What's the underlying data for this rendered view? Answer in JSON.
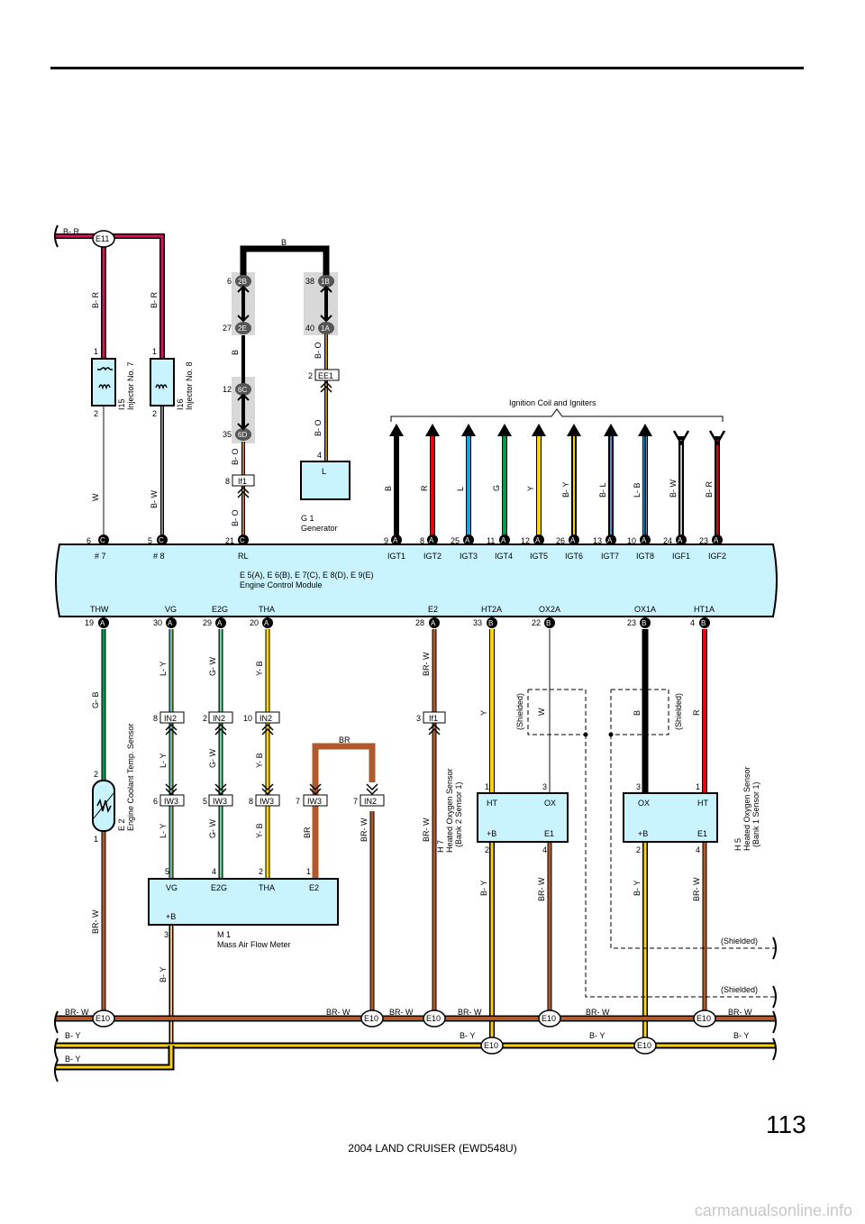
{
  "page_number": "113",
  "footer": "2004 LAND CRUISER (EWD548U)",
  "watermark": "carmanualsonline.info",
  "ecm": {
    "label1": "E 5(A), E 6(B), E 7(C), E 8(D), E 9(E)",
    "label2": "Engine Control Module",
    "top_pins": [
      {
        "num": "6",
        "conn": "C",
        "name": "# 7"
      },
      {
        "num": "5",
        "conn": "C",
        "name": "# 8"
      },
      {
        "num": "21",
        "conn": "C",
        "name": "RL"
      },
      {
        "num": "9",
        "conn": "A",
        "name": "IGT1"
      },
      {
        "num": "8",
        "conn": "A",
        "name": "IGT2"
      },
      {
        "num": "25",
        "conn": "A",
        "name": "IGT3"
      },
      {
        "num": "11",
        "conn": "A",
        "name": "IGT4"
      },
      {
        "num": "12",
        "conn": "A",
        "name": "IGT5"
      },
      {
        "num": "26",
        "conn": "A",
        "name": "IGT6"
      },
      {
        "num": "13",
        "conn": "A",
        "name": "IGT7"
      },
      {
        "num": "10",
        "conn": "A",
        "name": "IGT8"
      },
      {
        "num": "24",
        "conn": "A",
        "name": "IGF1"
      },
      {
        "num": "23",
        "conn": "A",
        "name": "IGF2"
      }
    ],
    "bottom_pins": [
      {
        "num": "19",
        "conn": "A",
        "name": "THW"
      },
      {
        "num": "30",
        "conn": "A",
        "name": "VG"
      },
      {
        "num": "29",
        "conn": "A",
        "name": "E2G"
      },
      {
        "num": "20",
        "conn": "A",
        "name": "THA"
      },
      {
        "num": "28",
        "conn": "A",
        "name": "E2"
      },
      {
        "num": "33",
        "conn": "B",
        "name": "HT2A"
      },
      {
        "num": "22",
        "conn": "B",
        "name": "OX2A"
      },
      {
        "num": "23",
        "conn": "B",
        "name": "OX1A"
      },
      {
        "num": "4",
        "conn": "B",
        "name": "HT1A"
      }
    ]
  },
  "ignition_wires": [
    "B",
    "R",
    "L",
    "G",
    "Y",
    "B- Y",
    "B- L",
    "L- B",
    "B- W",
    "B- R"
  ],
  "ignition_label": "Ignition Coil and Igniters",
  "splice_e11": "E11",
  "splice_e10": "E10",
  "injectors": [
    {
      "id": "I15",
      "name": "Injector No. 7",
      "wire_top": "B- R",
      "wire_bot": "W",
      "pin1": "1",
      "pin2": "2"
    },
    {
      "id": "I16",
      "name": "Injector No. 8",
      "wire_top": "B- R",
      "wire_bot": "B- W",
      "pin1": "1",
      "pin2": "2"
    }
  ],
  "feed_wire": "B- R",
  "generator": {
    "id": "G 1",
    "name": "Generator",
    "pin": "L",
    "pin_num": "4"
  },
  "junctions": {
    "c2B": {
      "num": "6",
      "conn": "2B"
    },
    "c2E": {
      "num": "27",
      "conn": "2E"
    },
    "c6C": {
      "num": "12",
      "conn": "6C"
    },
    "c6D": {
      "num": "35",
      "conn": "6D"
    },
    "c1B": {
      "num": "38",
      "conn": "1B"
    },
    "c1A": {
      "num": "40",
      "conn": "1A"
    },
    "cEE1": {
      "num": "2",
      "conn": "EE1"
    },
    "cIf1a": {
      "num": "8",
      "conn": "If1"
    },
    "cIf1b": {
      "num": "3",
      "conn": "If1"
    },
    "in2a": {
      "num": "8",
      "conn": "IN2"
    },
    "in2b": {
      "num": "2",
      "conn": "IN2"
    },
    "in2c": {
      "num": "10",
      "conn": "IN2"
    },
    "in2d": {
      "num": "7",
      "conn": "IN2"
    },
    "iw3a": {
      "num": "6",
      "conn": "IW3"
    },
    "iw3b": {
      "num": "5",
      "conn": "IW3"
    },
    "iw3c": {
      "num": "8",
      "conn": "IW3"
    },
    "iw3d": {
      "num": "7",
      "conn": "IW3"
    }
  },
  "wire_labels": {
    "b": "B",
    "bo": "B- O",
    "gb": "G- B",
    "ly": "L- Y",
    "gw": "G- W",
    "yb": "Y- B",
    "br": "BR",
    "brw": "BR- W",
    "y": "Y",
    "w": "W",
    "r": "R",
    "by": "B- Y",
    "shielded": "(Shielded)"
  },
  "ect": {
    "id": "E 2",
    "name": "Engine Coolant Temp.  Sensor",
    "pin_top": "2",
    "pin_bot": "1"
  },
  "maf": {
    "id": "M 1",
    "name": "Mass Air Flow Meter",
    "pins": [
      "VG",
      "E2G",
      "THA",
      "E2"
    ],
    "nums": [
      "5",
      "4",
      "2",
      "1"
    ],
    "plus": "+B",
    "plus_num": "3"
  },
  "o2_bank2": {
    "id": "H 7",
    "name": "Heated Oxygen Sensor",
    "sub": "(Bank 2 Sensor 1)",
    "tl": "HT",
    "tr": "OX",
    "bl": "+B",
    "br": "E1",
    "n1": "1",
    "n3": "3",
    "n2": "2",
    "n4": "4"
  },
  "o2_bank1": {
    "id": "H 5",
    "name": "Heated Oxygen Sensor",
    "sub": "(Bank 1  Sensor 1)",
    "tl": "OX",
    "tr": "HT",
    "bl": "+B",
    "br": "E1",
    "n1": "3",
    "n3": "1",
    "n2": "2",
    "n4": "4"
  }
}
